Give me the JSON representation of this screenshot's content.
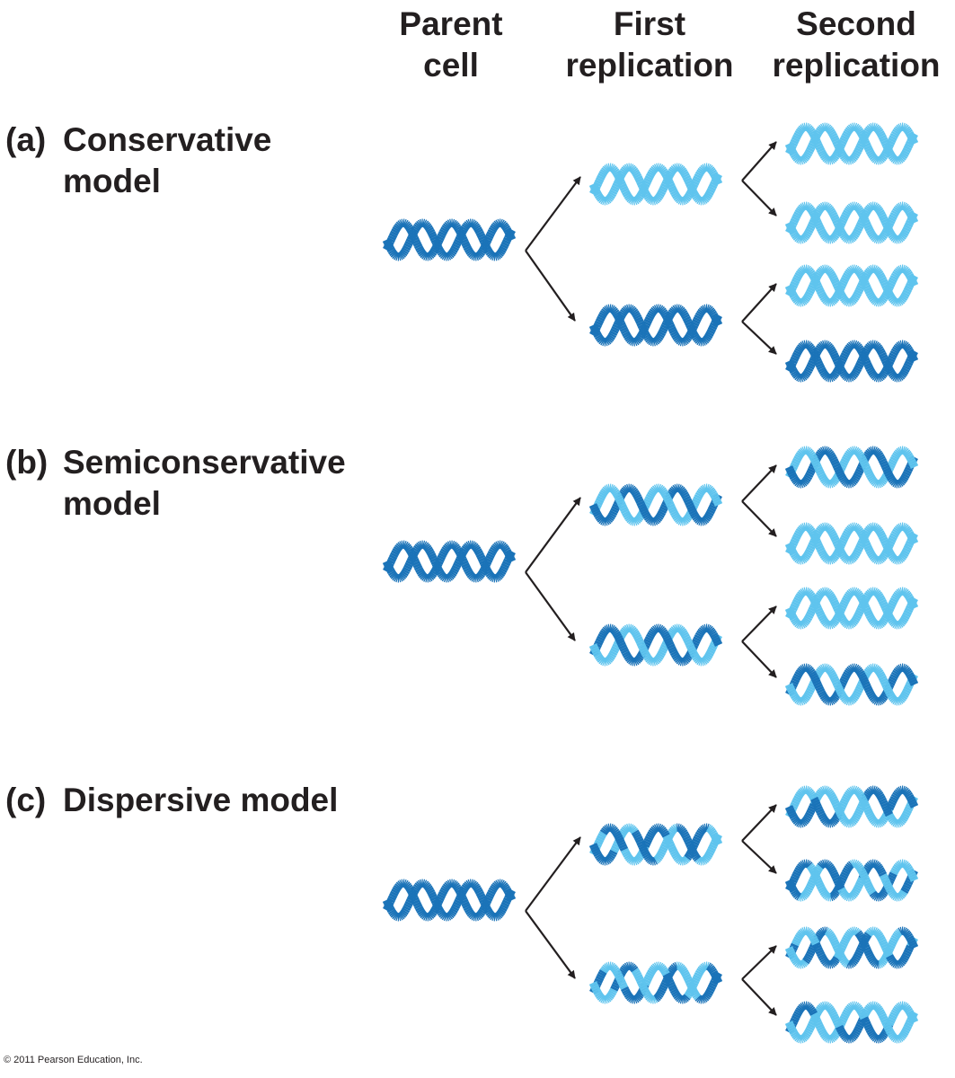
{
  "headers": {
    "parent": [
      "Parent",
      "cell"
    ],
    "first": [
      "First",
      "replication"
    ],
    "second": [
      "Second",
      "replication"
    ]
  },
  "models": [
    {
      "tag": "(a)",
      "line1": "Conservative",
      "line2": "model",
      "pattern": "conservative"
    },
    {
      "tag": "(b)",
      "line1": "Semiconservative",
      "line2": "model",
      "pattern": "semiconservative"
    },
    {
      "tag": "(c)",
      "line1": "Dispersive model",
      "line2": "",
      "pattern": "dispersive"
    }
  ],
  "copyright": "© 2011 Pearson Education, Inc.",
  "colors": {
    "dark_strand": "#1a73b8",
    "light_strand": "#5fc4ee",
    "arrow": "#231f20",
    "text": "#231f20"
  }
}
